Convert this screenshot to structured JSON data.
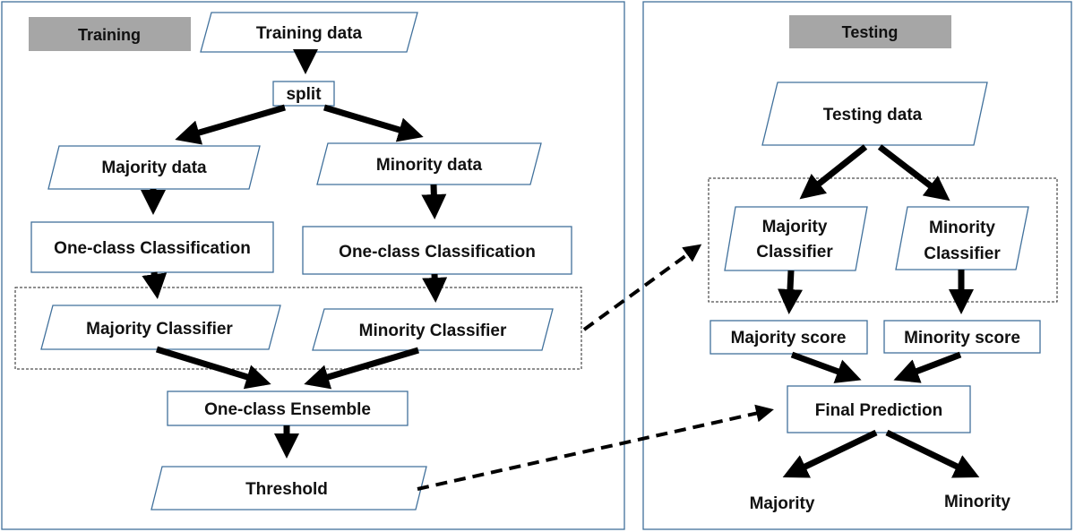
{
  "training": {
    "section_label": "Training",
    "training_data": "Training data",
    "split": "split",
    "majority_data": "Majority data",
    "minority_data": "Minority data",
    "one_class_left": "One-class Classification",
    "one_class_right": "One-class Classification",
    "majority_classifier": "Majority Classifier",
    "minority_classifier": "Minority Classifier",
    "ensemble": "One-class Ensemble",
    "threshold": "Threshold"
  },
  "testing": {
    "section_label": "Testing",
    "testing_data": "Testing data",
    "majority_classifier_line1": "Majority",
    "majority_classifier_line2": "Classifier",
    "minority_classifier_line1": "Minority",
    "minority_classifier_line2": "Classifier",
    "majority_score": "Majority score",
    "minority_score": "Minority score",
    "final_prediction": "Final Prediction",
    "out_majority": "Majority",
    "out_minority": "Minority"
  },
  "colors": {
    "box_border": "#41719c",
    "label_fill": "#a6a6a6",
    "arrow": "#000000"
  }
}
